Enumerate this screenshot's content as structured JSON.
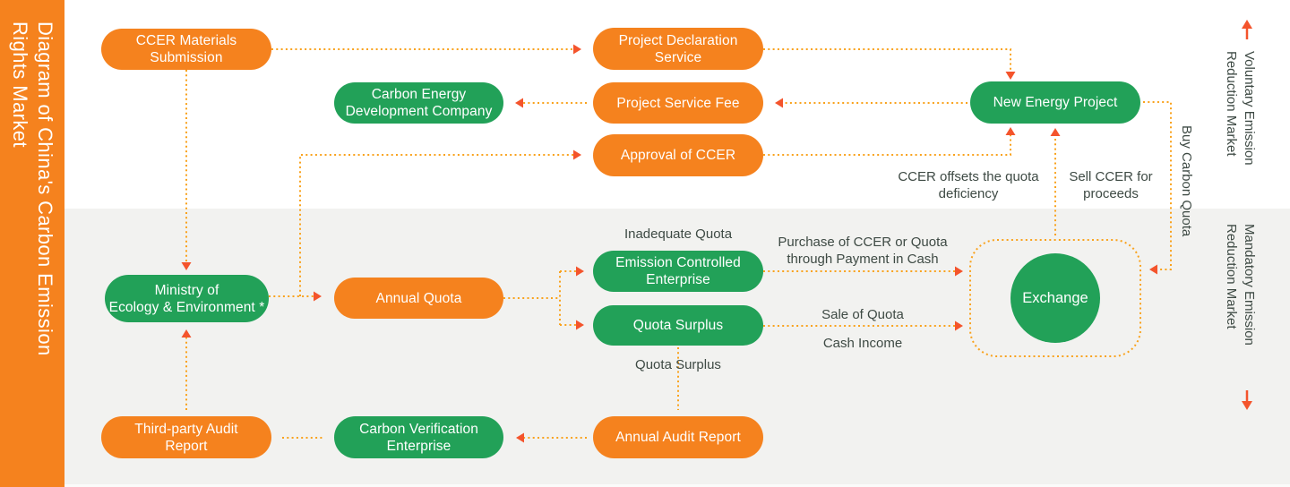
{
  "title": {
    "text": "Diagram of China's Carbon Emission\nRights Market"
  },
  "side_labels": {
    "voluntary": "Voluntary Emission\nReduction Market",
    "mandatory": "Mandatory Emission\nReduction Market"
  },
  "nodes": {
    "ccer_materials": {
      "label": "CCER Materials\nSubmission",
      "color": "orange"
    },
    "project_declaration": {
      "label": "Project Declaration\nService",
      "color": "orange"
    },
    "carbon_energy": {
      "label": "Carbon Energy\nDevelopment Company",
      "color": "green"
    },
    "project_service_fee": {
      "label": "Project Service Fee",
      "color": "orange"
    },
    "new_energy": {
      "label": "New Energy Project",
      "color": "green"
    },
    "approval_ccer": {
      "label": "Approval of CCER",
      "color": "orange"
    },
    "ministry": {
      "label": "Ministry of\nEcology & Environment *",
      "color": "green"
    },
    "annual_quota": {
      "label": "Annual Quota",
      "color": "orange"
    },
    "emission_controlled": {
      "label": "Emission Controlled\nEnterprise",
      "color": "green"
    },
    "quota_surplus": {
      "label": "Quota Surplus",
      "color": "green"
    },
    "third_party": {
      "label": "Third-party Audit\nReport",
      "color": "orange"
    },
    "carbon_verification": {
      "label": "Carbon Verification\nEnterprise",
      "color": "green"
    },
    "annual_audit": {
      "label": "Annual Audit Report",
      "color": "orange"
    },
    "exchange": {
      "label": "Exchange",
      "color": "green"
    }
  },
  "annotations": {
    "inadequate_quota": "Inadequate Quota",
    "quota_surplus": "Quota Surplus",
    "purchase": "Purchase of CCER or Quota\nthrough Payment in Cash",
    "sale_of_quota": "Sale of Quota",
    "cash_income": "Cash Income",
    "ccer_offsets": "CCER offsets the quota\ndeficiency",
    "sell_ccer": "Sell CCER for\nproceeds",
    "buy_carbon_quota": "Buy Carbon Quota"
  },
  "colors": {
    "orange_box": "#f5821e",
    "green_box": "#22a158",
    "sidebar": "#f5821e",
    "dotted_line": "#f9a21c",
    "arrowhead": "#f4542c",
    "annotation_text": "#3e4a44",
    "bg_top": "#ffffff",
    "bg_bottom": "#f2f2f0"
  }
}
